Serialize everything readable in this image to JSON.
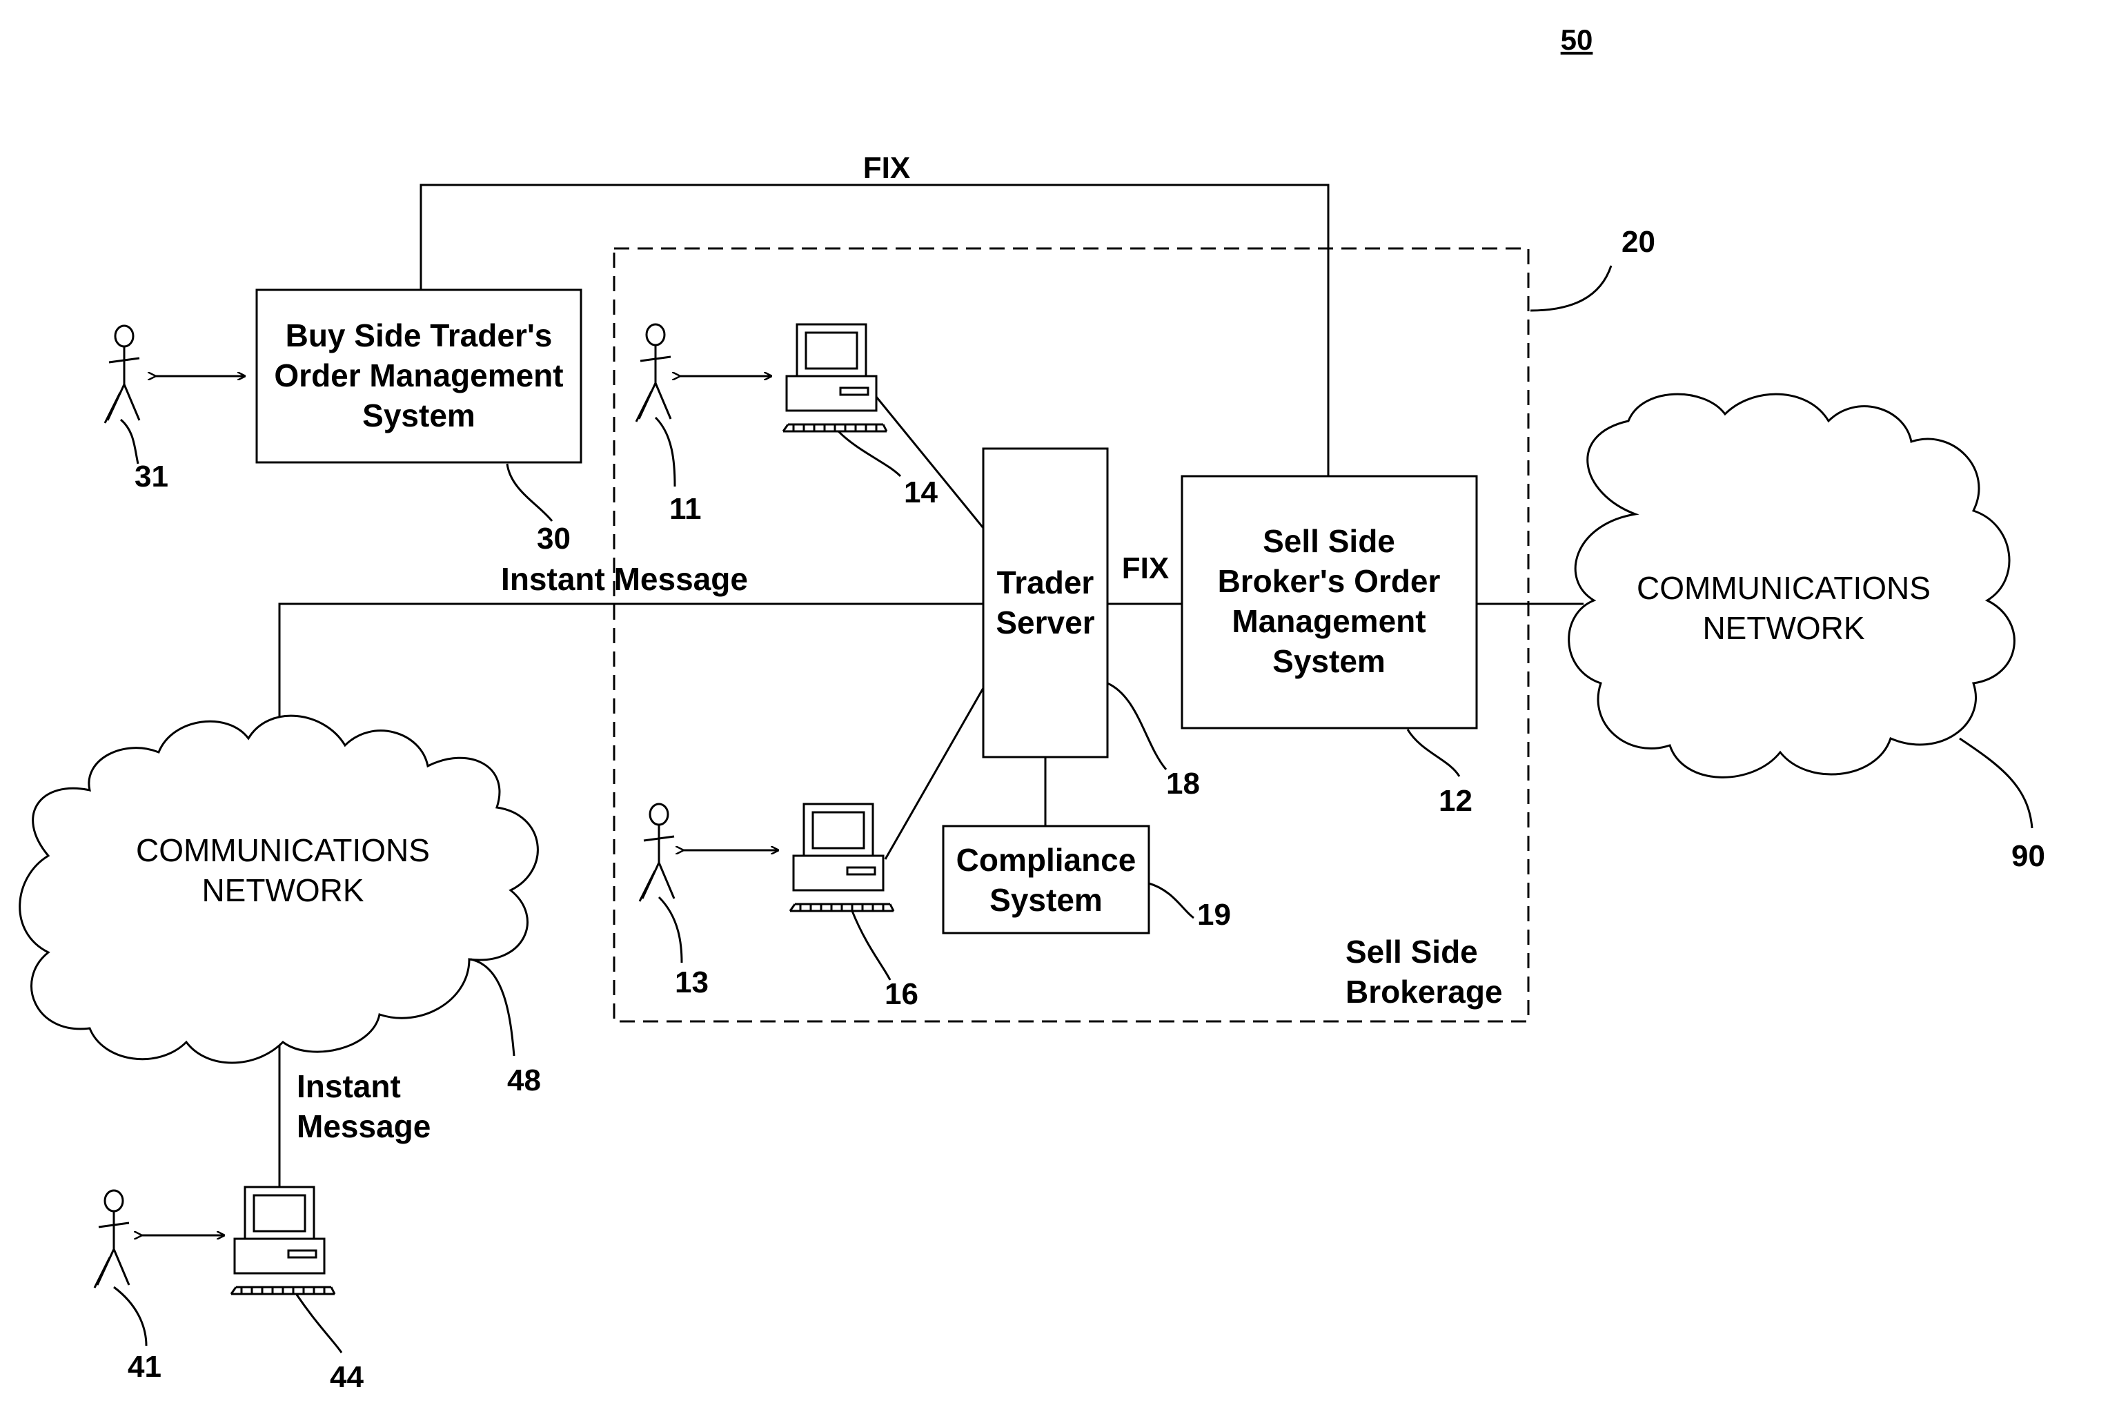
{
  "figure_number": "50",
  "labels": {
    "fix_top": "FIX",
    "fix_mid": "FIX",
    "instant_message_top": "Instant Message",
    "instant_message_bottom": [
      "Instant",
      "Message"
    ],
    "sell_side_brokerage": [
      "Sell Side",
      "Brokerage"
    ]
  },
  "boxes": {
    "buy_side_oms": [
      "Buy Side Trader's",
      "Order Management",
      "System"
    ],
    "trader_server": [
      "Trader",
      "Server"
    ],
    "sell_side_oms": [
      "Sell Side",
      "Broker's Order",
      "Management",
      "System"
    ],
    "compliance": [
      "Compliance",
      "System"
    ]
  },
  "clouds": {
    "left": [
      "COMMUNICATIONS",
      "NETWORK"
    ],
    "right": [
      "COMMUNICATIONS",
      "NETWORK"
    ]
  },
  "refs": {
    "r11": "11",
    "r12": "12",
    "r13": "13",
    "r14": "14",
    "r16": "16",
    "r18": "18",
    "r19": "19",
    "r20": "20",
    "r30": "30",
    "r31": "31",
    "r41": "41",
    "r44": "44",
    "r48": "48",
    "r90": "90"
  }
}
